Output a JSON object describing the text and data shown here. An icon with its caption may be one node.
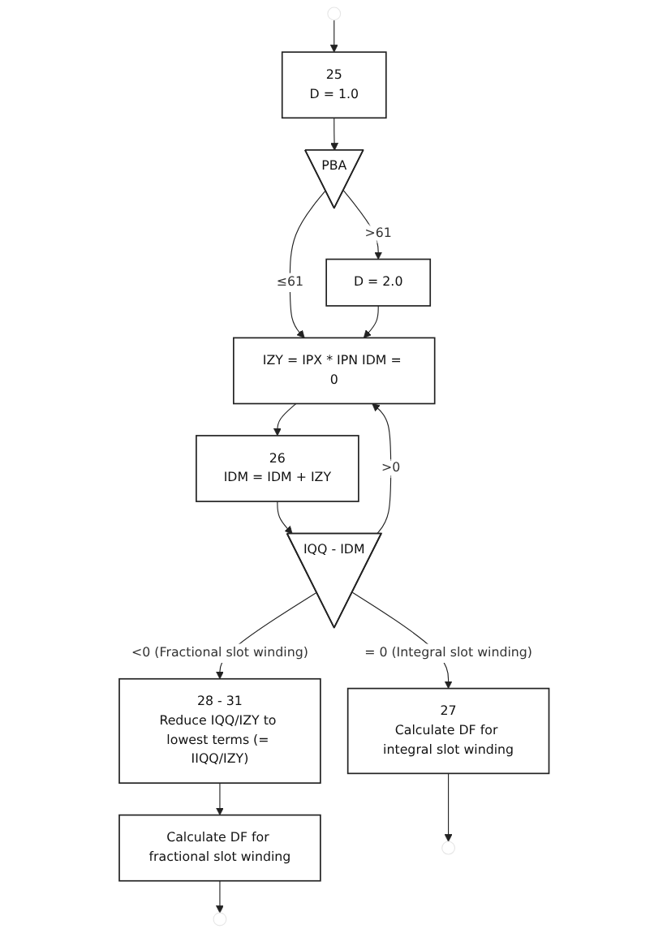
{
  "diagram": {
    "nodes": [
      {
        "text": [
          "25",
          "D = 1.0"
        ]
      },
      {
        "text": [
          "PBA"
        ]
      },
      {
        "text": [
          "D = 2.0"
        ]
      },
      {
        "text": [
          "IZY = IPX * IPN IDM = 0"
        ]
      },
      {
        "text": [
          "26",
          "IDM = IDM + IZY"
        ]
      },
      {
        "text": [
          "IQQ - IDM"
        ]
      },
      {
        "text": [
          "28 - 31",
          "Reduce IQQ/IZY to lowest terms (= IIQQ/IZY)"
        ]
      },
      {
        "text": [
          "Calculate DF for fractional slot winding"
        ]
      },
      {
        "text": [
          "27",
          "Calculate DF for integral slot winding"
        ]
      }
    ],
    "edges": [
      {
        "from": null,
        "to": 0,
        "arrow": "to"
      },
      {
        "from": 0,
        "to": 1,
        "arrow": "to"
      },
      {
        "from": 1,
        "to": 2,
        "label": ">61",
        "arrow": "to"
      },
      {
        "from": 1,
        "to": 3,
        "label": "≤61",
        "arrow": "to"
      },
      {
        "from": 2,
        "to": 3,
        "arrow": "to"
      },
      {
        "from": 3,
        "to": 4,
        "arrow": "to"
      },
      {
        "from": 4,
        "to": 5,
        "arrow": "to"
      },
      {
        "from": 5,
        "to": 3,
        "label": ">0",
        "arrow": "to"
      },
      {
        "from": 5,
        "to": 6,
        "label": "<0 (Fractional slot winding)",
        "arrow": "to"
      },
      {
        "from": 5,
        "to": 8,
        "label": "= 0 (Integral slot winding)",
        "arrow": "to"
      },
      {
        "from": 6,
        "to": 7,
        "arrow": "to"
      },
      {
        "from": 7,
        "to": null,
        "arrow": "to"
      },
      {
        "from": 8,
        "to": null,
        "arrow": "to"
      }
    ]
  }
}
